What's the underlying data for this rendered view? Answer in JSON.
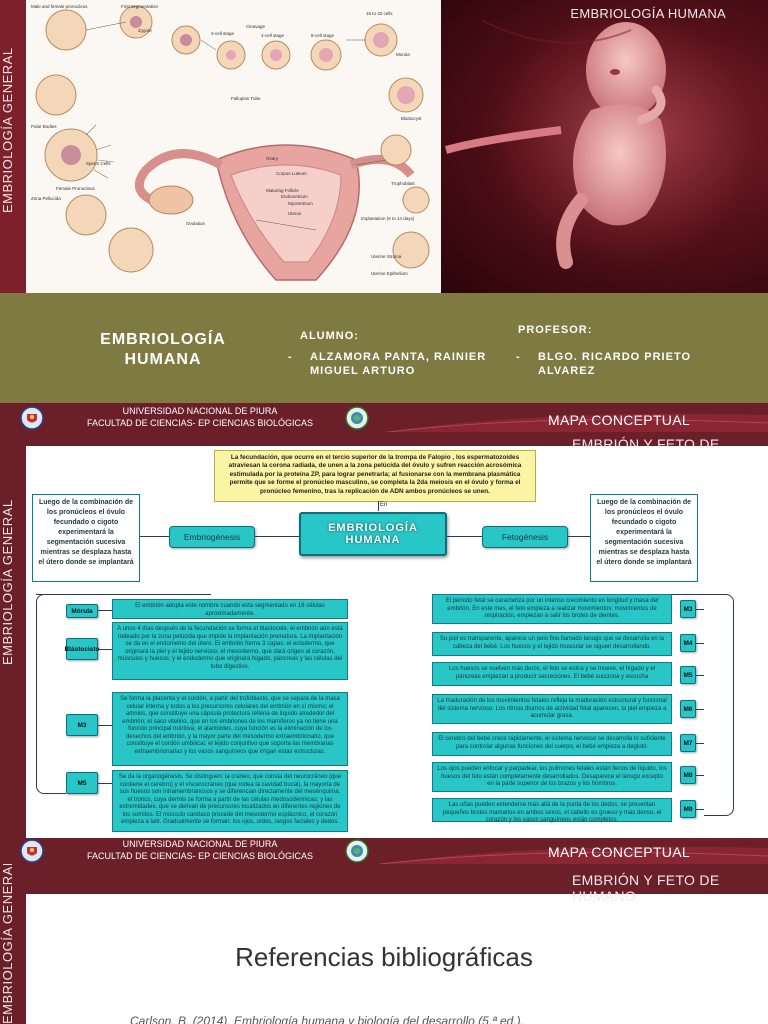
{
  "slide1": {
    "side_label": "EMBRIOLOGÍA GENERAL",
    "header_right": "EMBRIOLOGÍA HUMANA",
    "diagram_labels": [
      "First segmentation",
      "Zygote",
      "Cleavage",
      "2-cell stage",
      "4-cell stage",
      "8-cell stage",
      "16 to 32 cells",
      "Morula",
      "Fallopian Tube",
      "Ovary",
      "Corpus Luteum",
      "Maturing Follicle",
      "Ovulation",
      "Uterus",
      "Myometrium",
      "Endometrium",
      "Blastocyst",
      "Trophoblast",
      "Implantation (6 to 14 days)",
      "Uterine Stroma",
      "Uterine Epithelium",
      "Sperm Cells",
      "Female Pronucleus",
      "Polar Bodies",
      "Zona Pellucida"
    ],
    "title": "EMBRIOLOGÍA HUMANA",
    "alumno_label": "ALUMNO:",
    "alumno_name": "ALZAMORA PANTA, RAINIER MIGUEL ARTURO",
    "profesor_label": "PROFESOR:",
    "profesor_name": "BLGO. RICARDO PRIETO ALVAREZ",
    "bullet": "-",
    "university": "UNIVERSIDAD NACIONAL DE PIURA",
    "faculty": "FACULTAD DE CIENCIAS- EP CIENCIAS BIOLÓGICAS",
    "mapa": "MAPA CONCEPTUAL"
  },
  "slide2": {
    "side_label": "EMBRIOLOGÍA GENERAL",
    "header_right": "EMBRIÓN Y FETO DE HUMANO",
    "top_box": "La fecundación, que ocurre en el tercio superior de la trompa de Falopio , los espermatozoides atraviesan la corona radiada, de unen a la zona pelúcida del óvulo y sufren reacción acrosómica estimulada por la proteína ZP, para lograr penetrarla; al fusionarse con la membrana plasmática permite que se forme el pronúcleo masculino, se completa la 2da meiosis en el óvulo y forma el pronúcleo femenino, tras la replicación de ADN ambos pronúcleos se unen.",
    "en": "En",
    "center_title": "EMBRIOLOGÍA HUMANA",
    "left_box": "Luego de la combinación de los pronúcleos el óvulo fecundado o cigoto experimentará la segmentación sucesiva mientras se desplaza hasta el útero donde se implantará",
    "right_box": "Luego de la combinación de los pronúcleos el óvulo fecundado o cigoto experimentará la segmentación sucesiva mientras se desplaza hasta el útero donde se implantará",
    "embrio": "Embriogénesis",
    "feto": "Fetogénesis",
    "left_tags": [
      "Mórula",
      "Blástocisto",
      "M3",
      "M5"
    ],
    "left_texts": [
      "El embrión adopta este nombre cuando esta segmentado en 16 células aproximadamente.",
      "A unos 4 días después de la fecundación se forma el blastocele, el embrión aún está rodeado por la zona pelúcida que impide la implantación prematura. La implantación se da en el endometrio del útero. El embrión forma 3 capas: el ectodermo, que originará la piel y el tejido nervioso; el mesodermo, que dará origen al corazón, músculos y huesos; y el endodermo que originará hígado, páncreas y las células del tubo digestivo.",
      "Se forma la placenta y el cordón, a partir del trofoblasto, que se separa de la masa celular interna y todos a los precursores celulares del embrión en sí mismo; el amnios, que constituye una cápsula protectora rellena de líquido alrededor del embrión; el saco vitelino, que en los embriones de los mamíferos ya no tiene una función principal nutritiva; el alantoides, cuya función es la eliminación de los desechos del embrión, y la mayor parte del mesodermo extraembrionario, que constituye el cordón umbilical, el tejido conjuntivo que soporta las membranas extraembrionarias y los vasos sanguíneos que irrigan estas estructuras.",
      "Se da la organogénesis. Se distinguen: la cráneo, que consta del neurocráneo (que contiene el cerebro) y el viscerocráneo (que rodea la cavidad bucal), la mayoría de sus huesos son intramembranosos y se diferencian directamente del mesénquima; el tronco, cuya dermis se forma a partir de las células medosodérmicas; y las extremidades, que se derivan de precursores localizados en diferentes regiones de los somitos. El músculo cardíaco procede del mesodermo esplácnico, el corazón empieza a latir. Gradualmente se forman: los ojos, oídos, rasgos faciales y dedos."
    ],
    "right_tags": [
      "M3",
      "M4",
      "M5",
      "M6",
      "M7",
      "M8",
      "M9"
    ],
    "right_texts": [
      "El periodo fetal se caracteriza por un intenso crecimiento en longitud y masa del embrión. En este mes, el feto empieza a realizar movimientos: movimientos de respiración, empiezan a salir los brotes de dientes.",
      "Su piel es transparente, aparece un pelo fino llamado lanugo que se desarrolla en la cabeza del bebé. Los huesos y el tejido muscular se siguen desarrollando.",
      "Los huesos se vuelven más duros, el feto se estira y se mueve, el hígado y el páncreas empiezan a producir secreciones. El bebé succiona y escucha",
      "La maduración de los movimientos fetales refleja la maduración estructural y funcional del sistema nervioso. Los ritmos diurnos de actividad fetal aparecen, la piel empieza a acumular grasa.",
      "El cerebro del bebé crece rápidamente, el sistema nervioso se desarrolla lo suficiente para controlar algunas funciones del cuerpo, el bebé empieza a deglutir.",
      "Los ojos pueden enfocar y parpadear, los pulmones fetales están llenos de líquido, los huesos del feto están completamente desarrollados. Desaparece el lanugo excepto en la parte superior de los brazos y los hombros.",
      "Las uñas pueden extenderse más allá de la punta de los dedos, se presentan pequeños brotes mamarios en ambos sexos, el cabello es grueso y más denso, el corazón y los vasos sanguíneos están completos."
    ],
    "university": "UNIVERSIDAD NACIONAL DE PIURA",
    "faculty": "FACULTAD DE CIENCIAS- EP CIENCIAS BIOLÓGICAS",
    "mapa": "MAPA CONCEPTUAL"
  },
  "slide3": {
    "side_label": "EMBRIOLOGÍA GENERAL",
    "header_right": "EMBRIÓN Y FETO DE HUMANO",
    "title": "Referencias bibliográficas",
    "ref": "Carlson, B. (2014). Embriología humana y biología del desarrollo (5.ª ed.)."
  }
}
